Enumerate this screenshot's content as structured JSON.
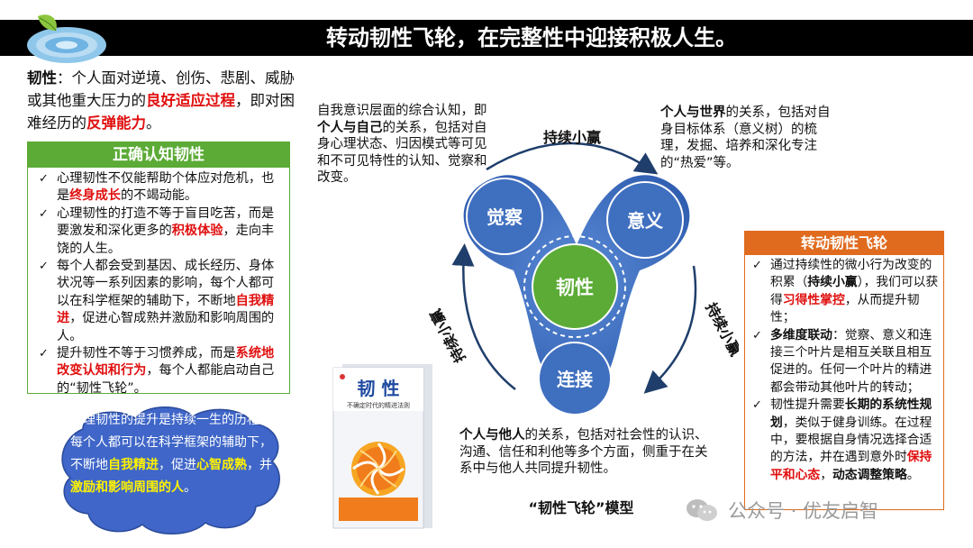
{
  "header": {
    "title": "转动韧性飞轮，在完整性中迎接积极人生。"
  },
  "definition": {
    "term": "韧性",
    "part1": "：个人面对逆境、创伤、悲剧、威胁或其他重大压力的",
    "highlight1": "良好适应过程",
    "part2": "，即对困难经历的",
    "highlight2": "反弹能力",
    "part3": "。"
  },
  "correct_box": {
    "title": "正确认知韧性",
    "items": [
      {
        "a": "心理韧性不仅能帮助个体应对危机，也是",
        "h": "终身成长",
        "b": "的不竭动能。"
      },
      {
        "a": "心理韧性的打造不等于盲目吃苦，而是要激发和深化更多的",
        "h": "积极体验",
        "b": "，走向丰饶的人生。"
      },
      {
        "a": "每个人都会受到基因、成长经历、身体状况等一系列因素的影响，每个人都可以在科学框架的辅助下，不断地",
        "h": "自我精进",
        "b": "，促进心智成熟并激励和影响周围的人。"
      },
      {
        "a": "提升韧性不等于习惯养成，而是",
        "h": "系统地改变认知和行为",
        "b": "，每个人都能启动自己的“韧性飞轮”。"
      }
    ]
  },
  "diagram": {
    "center": "韧性",
    "left": "觉察",
    "right": "意义",
    "bottom": "连接",
    "arc_top": "持续小赢",
    "arc_right": "持续小赢",
    "arc_left": "持续小赢",
    "caption": "“韧性飞轮”模型"
  },
  "desc_self": {
    "a": "自我意识层面的综合认知，即",
    "b": "个人与自己",
    "c": "的关系，包括对自身心理状态、归因模式等可见和不可见特性的认知、觉察和改变。"
  },
  "desc_world": {
    "a": "",
    "b": "个人与世界",
    "c": "的关系，包括对自身目标体系（意义树）的梳理，发掘、培养和深化专注的“热爱”等。"
  },
  "desc_others": {
    "a": "",
    "b": "个人与他人",
    "c": "的关系，包括对社会性的认识、沟通、信任和利他等多个方面，侧重于在关系中与他人共同提升韧性。"
  },
  "flywheel_box": {
    "title": "转动韧性飞轮",
    "item1": {
      "a": "通过持续性的微小行为改变的积累（",
      "b": "持续小赢",
      "c": "），我们可以获得",
      "h": "习得性掌控",
      "d": "，从而提升韧性；"
    },
    "item2": {
      "b": "多维度联动",
      "c": "：觉察、意义和连接三个叶片是相互关联且相互促进的。任何一个叶片的精进都会带动其他叶片的转动；"
    },
    "item3": {
      "a": "韧性提升需要",
      "b": "长期的系统性规划",
      "c": "，类似于健身训练。在过程中，要根据自身情况选择合适的方法，并在遇到意外时",
      "h": "保持平和心态",
      "d": "，",
      "e": "动态调整策略",
      "f": "。"
    }
  },
  "cloud": {
    "a": "心理韧性的提升是持续一生的历程，每个人都可以在科学框架的辅助下，不断地",
    "y1": "自我精进",
    "b": "，促进",
    "y2": "心智成熟",
    "c": "，并",
    "y3": "激励和影响周围的人",
    "d": "。"
  },
  "book": {
    "title_main": "韧 性",
    "subtitle": "不确定时代的精进法则"
  },
  "watermark": {
    "text": "公众号 · 优友启智"
  },
  "colors": {
    "blue": "#3f6fbf",
    "green": "#5bab36",
    "orange": "#e06b1e",
    "red": "#e01010",
    "cloud": "#3f66c8"
  }
}
